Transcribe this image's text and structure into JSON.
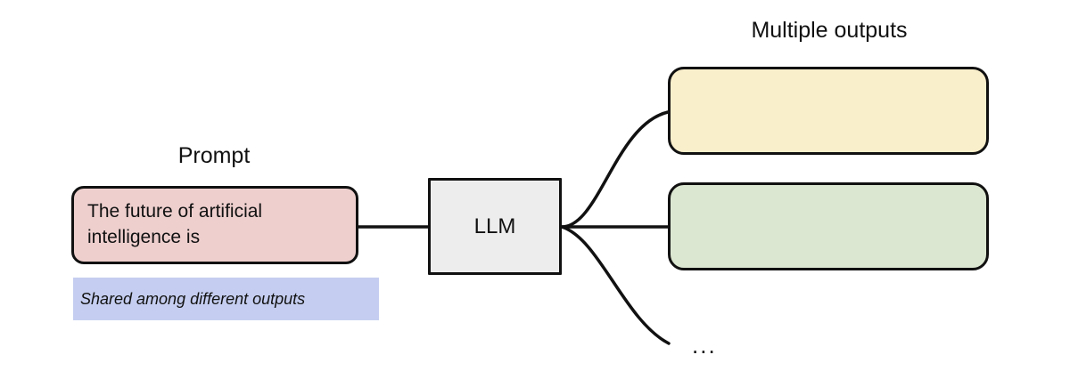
{
  "diagram": {
    "title_prompt": "Prompt",
    "title_outputs": "Multiple outputs",
    "prompt_text": "The future of artificial\nintelligence is",
    "llm_text": "LLM",
    "shared_note": "Shared among different outputs",
    "ellipsis": "...",
    "output_1_text": "",
    "output_2_text": "",
    "colors": {
      "prompt_fill": "#eecfce",
      "llm_fill": "#ededed",
      "output_1_fill": "#faefcb",
      "output_2_fill": "#dce7d1",
      "shared_band_fill": "#c5cef0",
      "stroke": "#111111",
      "background": "#ffffff"
    }
  }
}
